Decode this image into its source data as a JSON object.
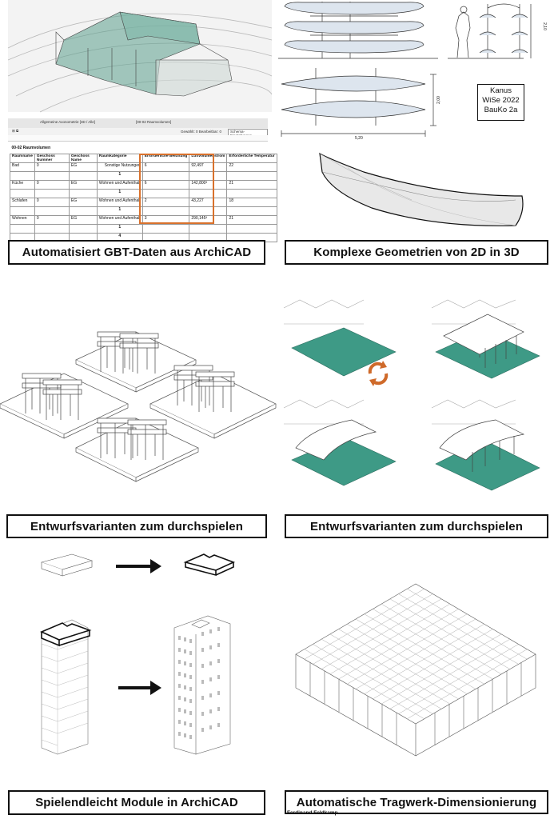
{
  "panels": {
    "top_left_caption": "Automatisiert GBT-Daten aus ArchiCAD",
    "top_right_caption": "Komplexe Geometrien von 2D in 3D",
    "mid_left_caption": "Entwurfsvarianten zum durchspielen",
    "mid_right_caption": "Entwurfsvarianten zum durchspielen",
    "bottom_left_caption": "Spielendleicht Module in ArchiCAD",
    "bottom_right_caption": "Automatische Tragwerk-Dimensionierung"
  },
  "archicad": {
    "tab1": "Allgemeine Axonometrie [3D / Alle]",
    "tab2": "[00-02 Raumvolumen]",
    "toolbar_status": "Gewählt: 0  Bearbeitbar: 0",
    "schema_button": "Schema-Einstellungen...",
    "schedule_title": "00-02 Raumvolumen",
    "columns": [
      "Raumname",
      "Geschoss Nummer",
      "Geschoss Name",
      "Raumkategorie",
      "Erforderliche Belüftung",
      "Luftvolumenstrom",
      "Erforderliche Temperatur"
    ],
    "rows": [
      [
        "Bad",
        "0",
        "EG",
        "Sonstige Nutzungen",
        "6",
        "92,497",
        "22"
      ],
      [
        "",
        "",
        "",
        "1",
        "",
        "",
        ""
      ],
      [
        "Küche",
        "0",
        "EG",
        "Wohnen und Aufenthalt",
        "6",
        "142,800³",
        "21"
      ],
      [
        "",
        "",
        "",
        "1",
        "",
        "",
        ""
      ],
      [
        "Schlafen",
        "0",
        "EG",
        "Wohnen und Aufenthalt",
        "2",
        "43,227",
        "18"
      ],
      [
        "",
        "",
        "",
        "1",
        "",
        "",
        ""
      ],
      [
        "Wohnen",
        "0",
        "EG",
        "Wohnen und Aufenthalt",
        "3",
        "290,145³",
        "21"
      ],
      [
        "",
        "",
        "",
        "1",
        "",
        "",
        ""
      ],
      [
        "",
        "",
        "",
        "4",
        "",
        "",
        ""
      ]
    ],
    "highlight_color": "#d9712c"
  },
  "kanus_label": {
    "line1": "Kanus",
    "line2": "WiSe 2022",
    "line3": "BauKo 2a"
  },
  "dims": {
    "height": "2,10",
    "width_vertical": "2,00",
    "length": "5,20"
  },
  "credit": "Ferdinand Feldkamp",
  "colors": {
    "accent_green": "#3e9a86",
    "arrow_orange": "#cf6a2a",
    "canoe_blue": "#dde5ee"
  }
}
